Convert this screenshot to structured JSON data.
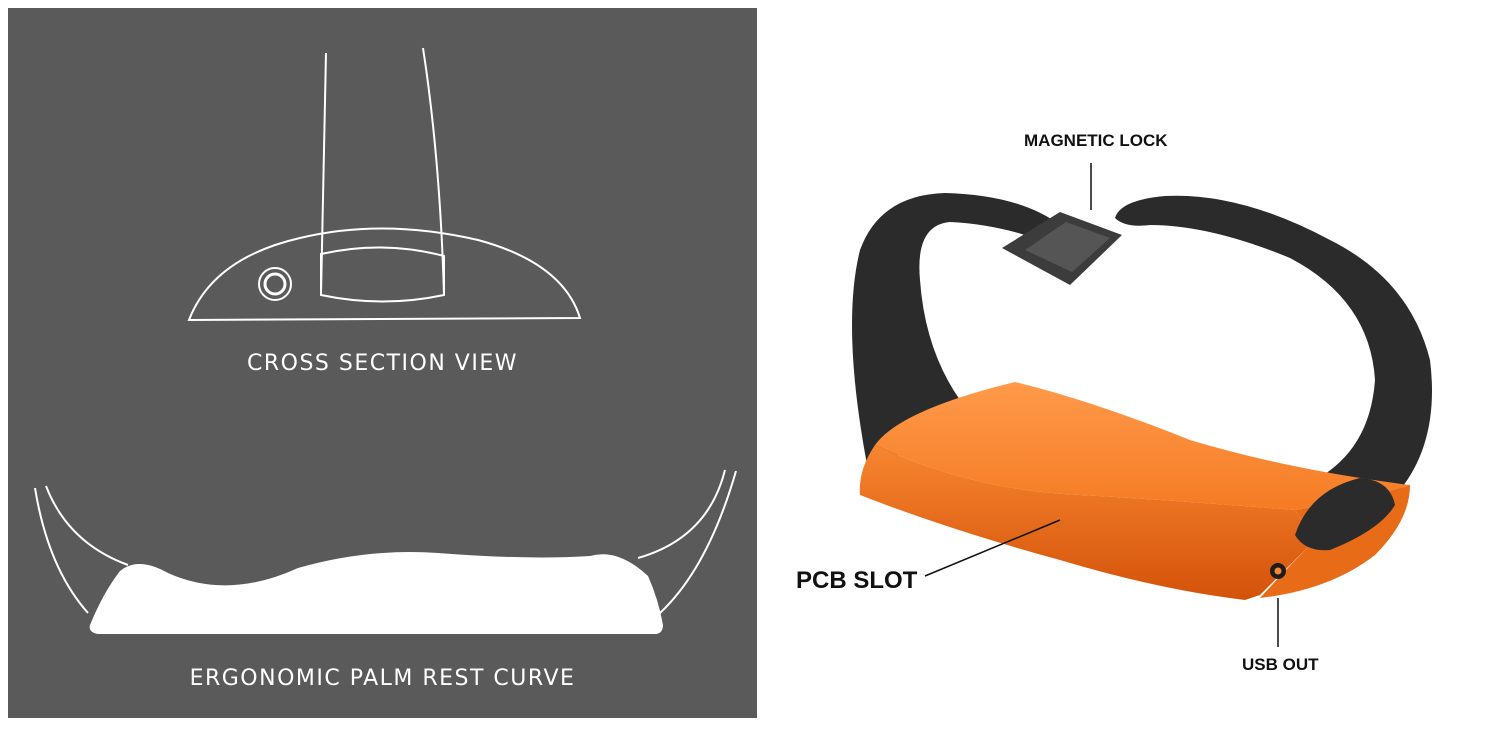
{
  "left_panel": {
    "cross_section_caption": "CROSS SECTION VIEW",
    "palm_rest_caption": "ERGONOMIC PALM REST CURVE",
    "background_color": "#5a5a5a",
    "line_color": "#ffffff"
  },
  "right_panel": {
    "callouts": {
      "magnetic_lock": "MAGNETIC LOCK",
      "pcb_slot": "PCB SLOT",
      "usb_out": "USB OUT"
    },
    "colors": {
      "housing_orange": "#f7862f",
      "housing_shadow": "#d9580d",
      "strap_black": "#2b2b2b",
      "magnet_gray": "#3c3c3c"
    }
  }
}
